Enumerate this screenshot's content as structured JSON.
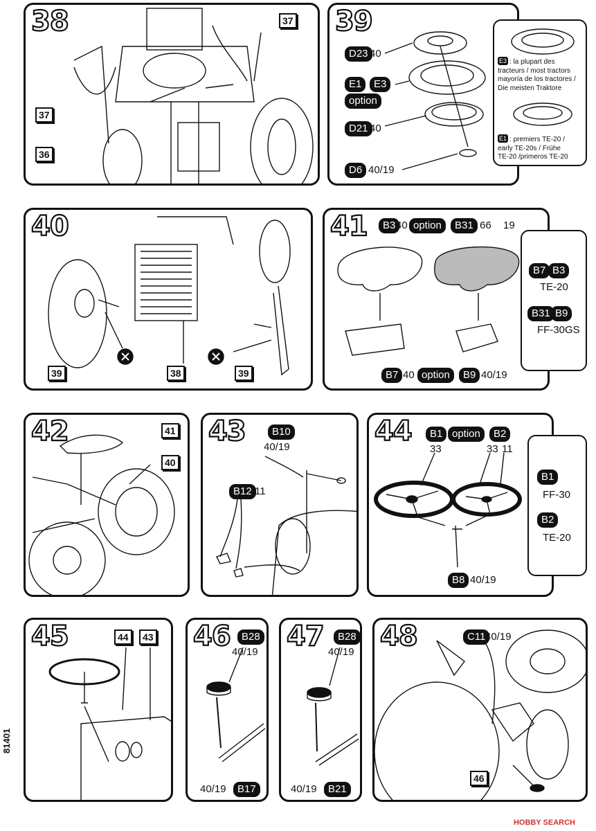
{
  "steps": {
    "s38": {
      "num": "38",
      "refs": {
        "r37a": "37",
        "r37b": "37",
        "r36": "36"
      }
    },
    "s39": {
      "num": "39",
      "parts": {
        "d23": "D23",
        "d23_q": "40",
        "e1": "E1",
        "e3": "E3",
        "option": "option",
        "d21": "D21",
        "d21_q": "40",
        "d6": "D6",
        "d6_q": "40/19"
      }
    },
    "s39_side": {
      "e3": "E3",
      "e3_text": [
        ": la plupart des",
        "tracteurs / most tractors",
        "mayoría de los tractores /",
        "Die meisten Traktore"
      ],
      "e1": "E1",
      "e1_text": [
        ": premiers TE-20 /",
        "early TE-20s / Frühe",
        "TE-20 /primeros TE-20"
      ]
    },
    "s40": {
      "num": "40",
      "refs": {
        "r39a": "39",
        "r38": "38",
        "r39b": "39"
      }
    },
    "s41": {
      "num": "41",
      "parts": {
        "b3": "B3",
        "b3_q": "40",
        "option1": "option",
        "b31": "B31",
        "q66": "66",
        "q19": "19",
        "b7": "B7",
        "b7_q": "40",
        "option2": "option",
        "b9": "B9",
        "b9_q": "40/19"
      }
    },
    "s41_side": {
      "b7": "B7",
      "b3": "B3",
      "te20": "TE-20",
      "b31": "B31",
      "b9": "B9",
      "ff30gs": "FF-30GS"
    },
    "s42": {
      "num": "42",
      "refs": {
        "r41": "41",
        "r40": "40"
      }
    },
    "s43": {
      "num": "43",
      "parts": {
        "b10": "B10",
        "b10_q": "40/19",
        "b12": "B12",
        "b12_q": "11"
      }
    },
    "s44": {
      "num": "44",
      "parts": {
        "b1": "B1",
        "option": "option",
        "b2": "B2",
        "q33a": "33",
        "q33b": "33",
        "q11": "11",
        "b8": "B8",
        "b8_q": "40/19"
      }
    },
    "s44_side": {
      "b1": "B1",
      "ff30": "FF-30",
      "b2": "B2",
      "te20": "TE-20"
    },
    "s45": {
      "num": "45",
      "refs": {
        "r44": "44",
        "r43": "43"
      }
    },
    "s46": {
      "num": "46",
      "parts": {
        "b28": "B28",
        "b28_q": "40/19",
        "b17_q": "40/19",
        "b17": "B17"
      }
    },
    "s47": {
      "num": "47",
      "parts": {
        "b28": "B28",
        "b28_q": "40/19",
        "b21_q": "40/19",
        "b21": "B21"
      }
    },
    "s48": {
      "num": "48",
      "parts": {
        "c11": "C11",
        "c11_q": "40/19"
      },
      "refs": {
        "r46": "46"
      }
    }
  },
  "footer": {
    "code": "81401",
    "watermark": "HOBBY SEARCH"
  }
}
